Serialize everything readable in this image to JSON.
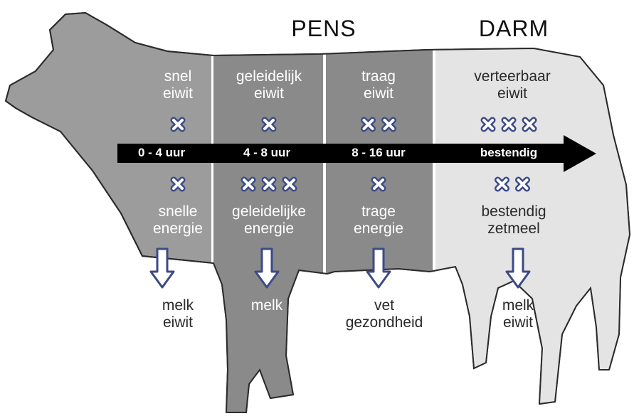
{
  "headers": {
    "pens": "PENS",
    "darm": "DARM"
  },
  "timeline": [
    "0 - 4 uur",
    "4 - 8 uur",
    "8 - 16 uur",
    "bestendig"
  ],
  "columns": [
    {
      "top": [
        "snel",
        "eiwit"
      ],
      "top_marks": 1,
      "bottom_marks": 1,
      "bottom": [
        "snelle",
        "energie"
      ],
      "output": [
        "melk",
        "eiwit"
      ]
    },
    {
      "top": [
        "geleidelijk",
        "eiwit"
      ],
      "top_marks": 1,
      "bottom_marks": 3,
      "bottom": [
        "geleidelijke",
        "energie"
      ],
      "output": [
        "melk"
      ]
    },
    {
      "top": [
        "traag",
        "eiwit"
      ],
      "top_marks": 2,
      "bottom_marks": 1,
      "bottom": [
        "trage",
        "energie"
      ],
      "output": [
        "vet",
        "gezondheid"
      ]
    },
    {
      "top": [
        "verteerbaar",
        "eiwit"
      ],
      "top_marks": 3,
      "bottom_marks": 2,
      "bottom": [
        "bestendig",
        "zetmeel"
      ],
      "output": [
        "melk",
        "eiwit"
      ]
    }
  ],
  "colors": {
    "cow_body": "#9c9c9c",
    "band_dark": "#8a8a8a",
    "darm_region": "#e4e4e4",
    "timeline_arrow": "#000000",
    "mark_fill": "#3c4a86"
  },
  "icons": {
    "mark": "x-mark-icon",
    "flow": "down-arrow-icon"
  }
}
